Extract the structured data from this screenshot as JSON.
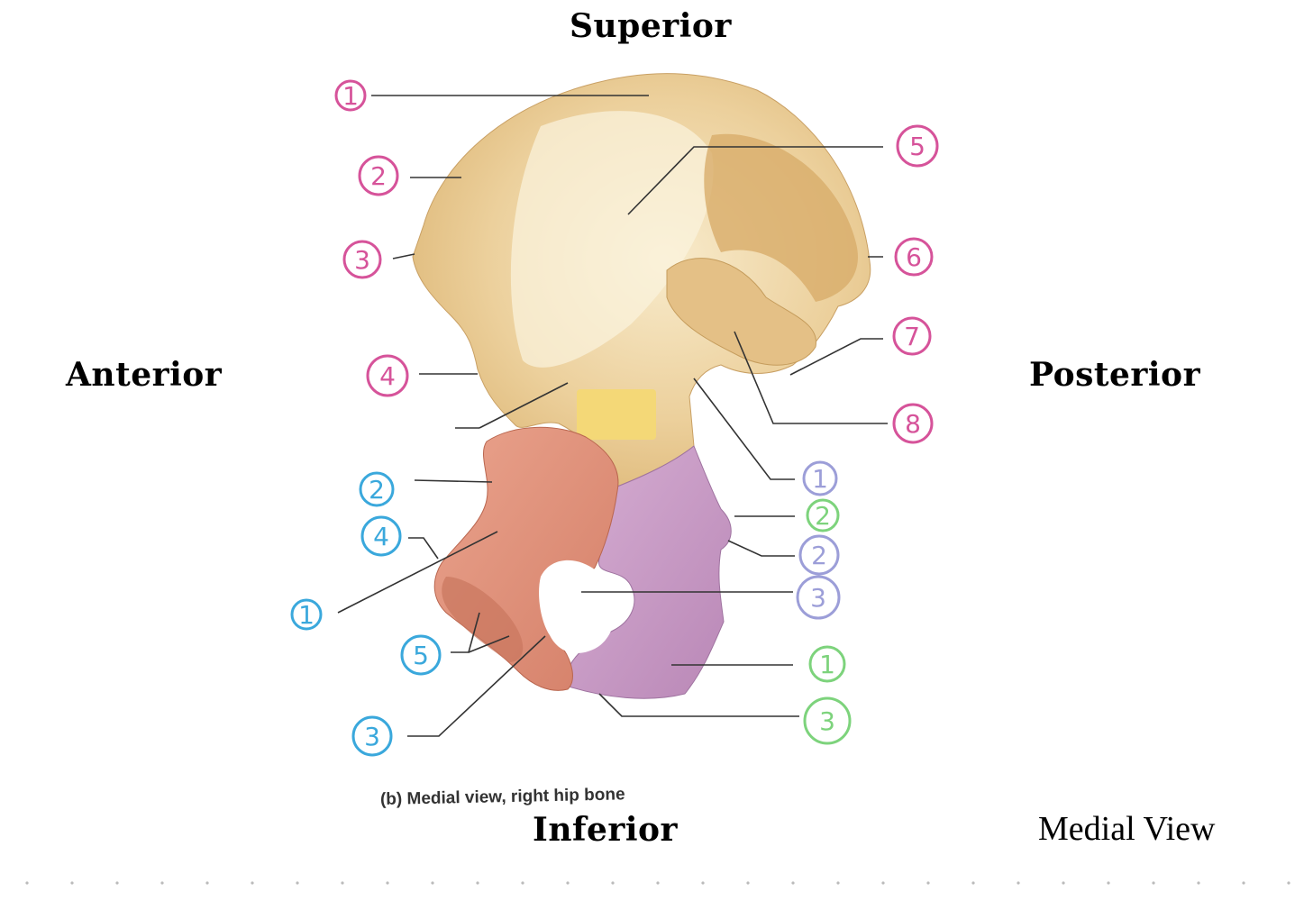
{
  "directions": {
    "superior": "Superior",
    "inferior": "Inferior",
    "anterior": "Anterior",
    "posterior": "Posterior"
  },
  "view_label": "Medial View",
  "caption": "(b) Medial view, right hip bone",
  "colors": {
    "pink": "#d6539a",
    "blue": "#3aa8dc",
    "lavender": "#9c9ed8",
    "green": "#7dd37c",
    "ilium": "#ecce99",
    "pubis": "#e2937c",
    "ischium": "#c69ac4",
    "highlight": "#f4d877"
  },
  "markers": [
    {
      "id": "pink-1",
      "text": "1",
      "color": "pink"
    },
    {
      "id": "pink-2",
      "text": "2",
      "color": "pink"
    },
    {
      "id": "pink-3",
      "text": "3",
      "color": "pink"
    },
    {
      "id": "pink-4",
      "text": "4",
      "color": "pink"
    },
    {
      "id": "pink-5",
      "text": "5",
      "color": "pink"
    },
    {
      "id": "pink-6",
      "text": "6",
      "color": "pink"
    },
    {
      "id": "pink-7",
      "text": "7",
      "color": "pink"
    },
    {
      "id": "pink-8",
      "text": "8",
      "color": "pink"
    },
    {
      "id": "blue-1",
      "text": "1",
      "color": "blue"
    },
    {
      "id": "blue-2",
      "text": "2",
      "color": "blue"
    },
    {
      "id": "blue-3",
      "text": "3",
      "color": "blue"
    },
    {
      "id": "blue-4",
      "text": "4",
      "color": "blue"
    },
    {
      "id": "blue-5",
      "text": "5",
      "color": "blue"
    },
    {
      "id": "lav-1",
      "text": "1",
      "color": "lavender"
    },
    {
      "id": "lav-2",
      "text": "2",
      "color": "lavender"
    },
    {
      "id": "lav-3",
      "text": "3",
      "color": "lavender"
    },
    {
      "id": "green-1",
      "text": "1",
      "color": "green"
    },
    {
      "id": "green-2",
      "text": "2",
      "color": "green"
    },
    {
      "id": "green-3",
      "text": "3",
      "color": "green"
    }
  ]
}
